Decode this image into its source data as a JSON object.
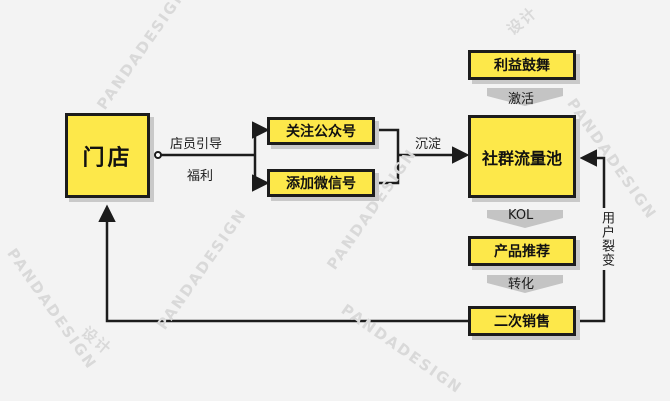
{
  "colors": {
    "background": "#f3f3f3",
    "box_fill": "#fde84a",
    "stroke": "#1c1c1c",
    "shadow": "#c9c9c9",
    "chevron": "#c4c4c4",
    "watermark": "#d9d9d9"
  },
  "nodes": {
    "store": "门店",
    "follow": "关注公众号",
    "wechat": "添加微信号",
    "community": "社群流量池",
    "benefit": "利益鼓舞",
    "product": "产品推荐",
    "resale": "二次销售"
  },
  "labels": {
    "guide": "店员引导",
    "welfare": "福利",
    "settle": "沉淀",
    "activate": "激活",
    "kol": "KOL",
    "convert": "转化",
    "fission": "用户裂变"
  },
  "watermark": {
    "brand": "PANDADESIGN",
    "cn": "设计"
  }
}
